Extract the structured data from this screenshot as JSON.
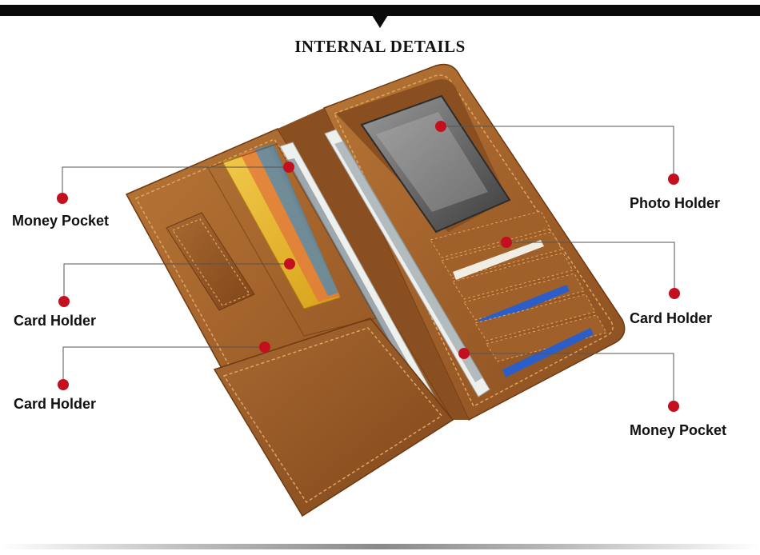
{
  "header": {
    "title": "INTERNAL DETAILS"
  },
  "callouts": {
    "money_pocket_left": "Money Pocket",
    "card_holder_left_1": "Card Holder",
    "card_holder_left_2": "Card Holder",
    "photo_holder_right": "Photo Holder",
    "card_holder_right": "Card Holder",
    "money_pocket_right": "Money Pocket"
  },
  "colors": {
    "leather": "#a8672c",
    "leather_dark": "#7d4519",
    "stitch": "#e0a560",
    "dot": "#c4101e",
    "line": "#555555"
  }
}
